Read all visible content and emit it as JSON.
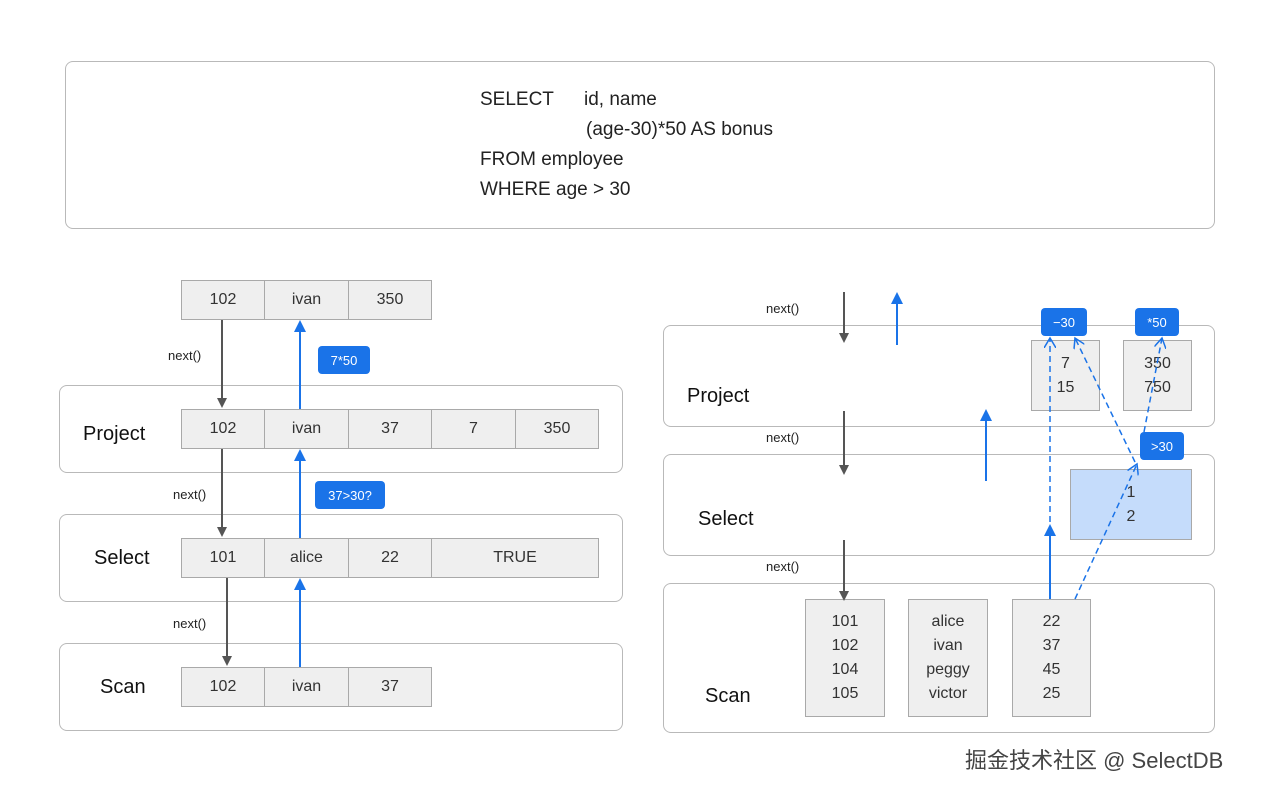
{
  "sql": {
    "line1_kw": "SELECT",
    "line1_rest": "id, name",
    "line2": "(age-30)*50 AS bonus",
    "line3": "FROM employee",
    "line4": "WHERE age > 30"
  },
  "left": {
    "output_row": [
      "102",
      "ivan",
      "350"
    ],
    "project_label": "Project",
    "project_row": [
      "102",
      "ivan",
      "37",
      "7",
      "350"
    ],
    "select_label": "Select",
    "select_row": [
      "101",
      "alice",
      "22",
      "TRUE"
    ],
    "scan_label": "Scan",
    "scan_row": [
      "102",
      "ivan",
      "37"
    ],
    "next_label": "next()",
    "bubble_project": "7*50",
    "bubble_select": "37>30?"
  },
  "right": {
    "project_label": "Project",
    "select_label": "Select",
    "scan_label": "Scan",
    "next_label": "next()",
    "bubble_minus": "−30",
    "bubble_times": "*50",
    "bubble_gt": ">30",
    "project_col1": [
      "7",
      "15"
    ],
    "project_col2": [
      "350",
      "750"
    ],
    "select_col": [
      "1",
      "2"
    ],
    "scan_ids": [
      "101",
      "102",
      "104",
      "105"
    ],
    "scan_names": [
      "alice",
      "ivan",
      "peggy",
      "victor"
    ],
    "scan_ages": [
      "22",
      "37",
      "45",
      "25"
    ]
  },
  "watermark": "掘金技术社区 @ SelectDB",
  "colors": {
    "accent": "#1a73e8",
    "arrow_dark": "#555555",
    "highlight": "#c5dcfb"
  }
}
